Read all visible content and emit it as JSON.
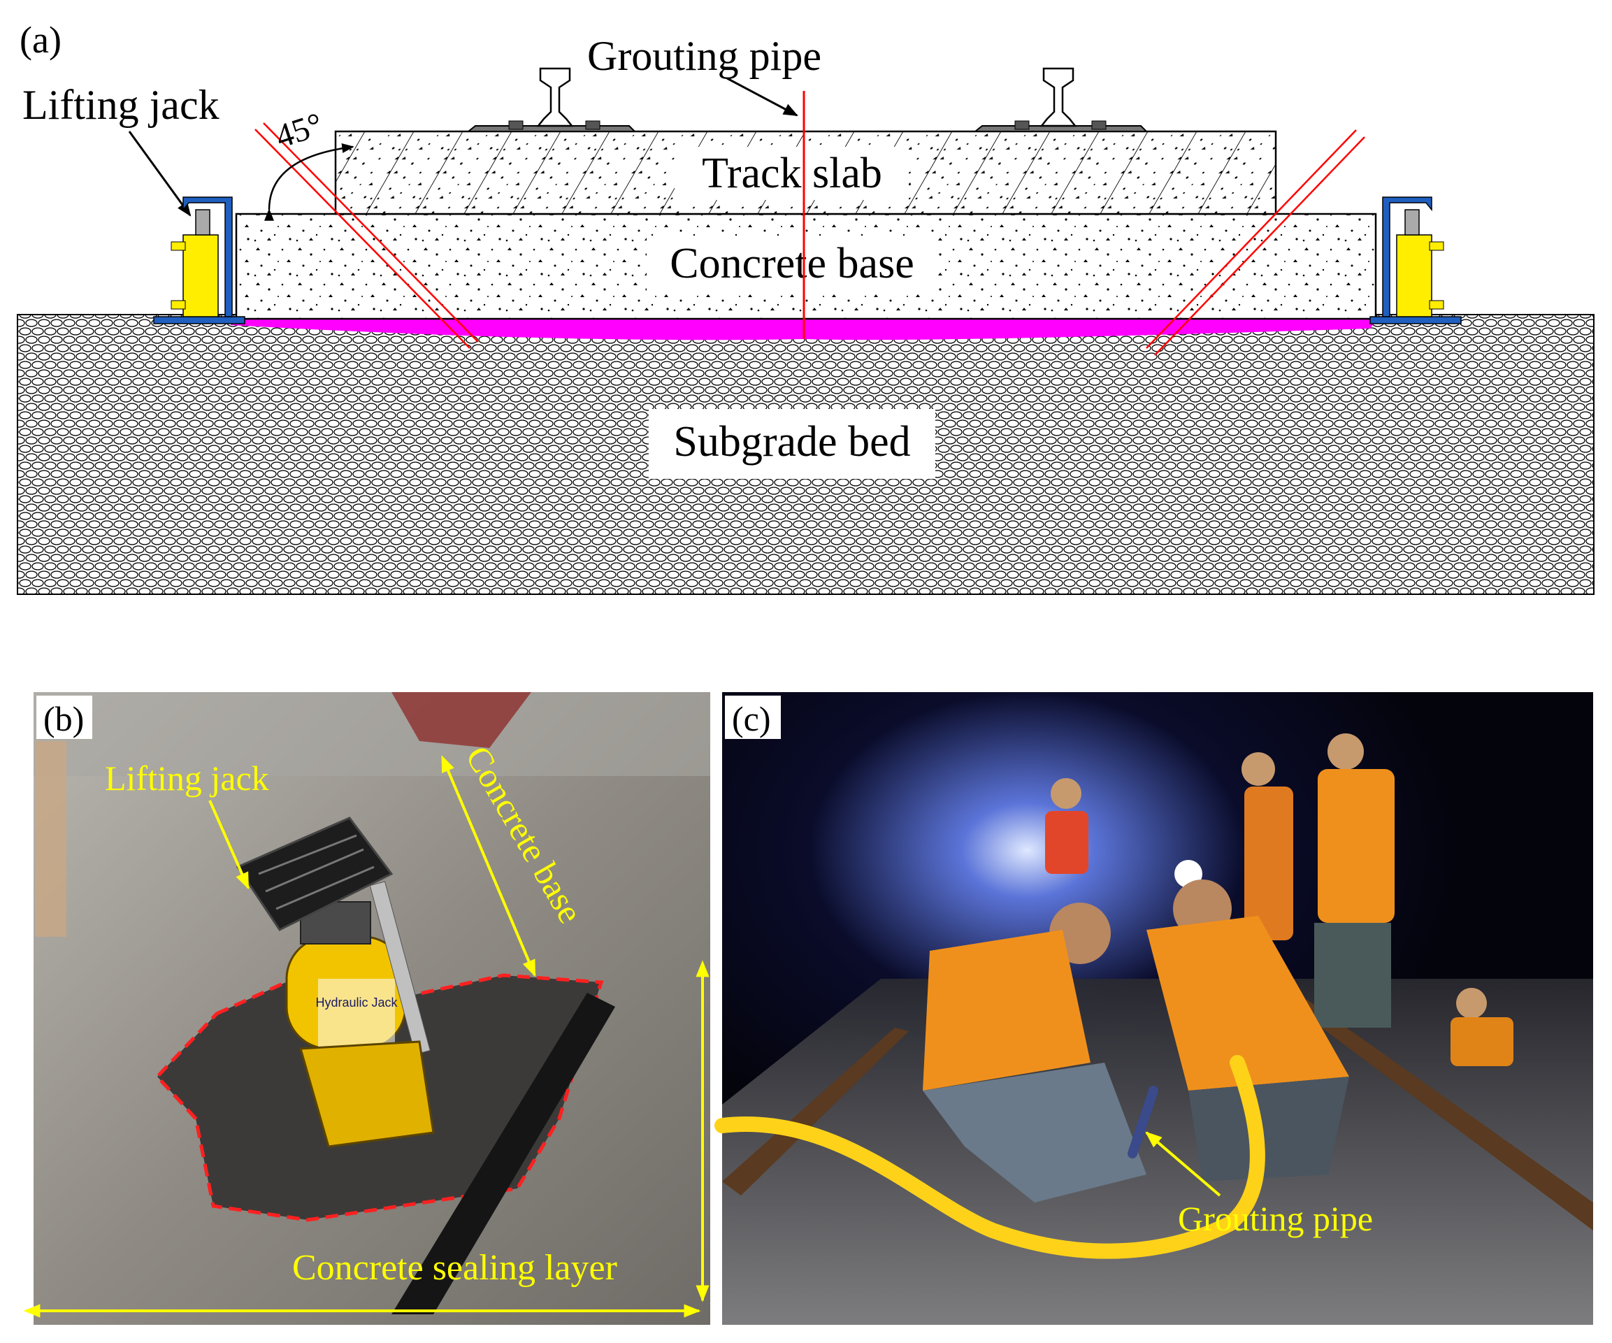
{
  "panels": {
    "a": {
      "tag": "(a)"
    },
    "b": {
      "tag": "(b)"
    },
    "c": {
      "tag": "(c)"
    }
  },
  "diagram_a": {
    "labels": {
      "grouting_pipe": "Grouting pipe",
      "lifting_jack": "Lifting jack",
      "angle": "45°",
      "track_slab": "Track slab",
      "concrete_base": "Concrete base",
      "subgrade_bed": "Subgrade bed"
    },
    "colors": {
      "grout": "#ff00ff",
      "pipe": "#ff0000",
      "jack_body": "#ffee00",
      "jack_frame": "#1f5fbf"
    }
  },
  "photo_b": {
    "labels": {
      "lifting_jack": "Lifting jack",
      "concrete_base": "Concrete base",
      "concrete_sealing_layer": "Concrete sealing layer",
      "jack_plate": "Hydraulic Jack"
    },
    "colors": {
      "annotation": "#ffff00",
      "outline": "#ff2020"
    }
  },
  "photo_c": {
    "labels": {
      "grouting_pipe": "Grouting pipe"
    },
    "colors": {
      "annotation": "#ffff00",
      "vest": "#ff8c00"
    }
  }
}
